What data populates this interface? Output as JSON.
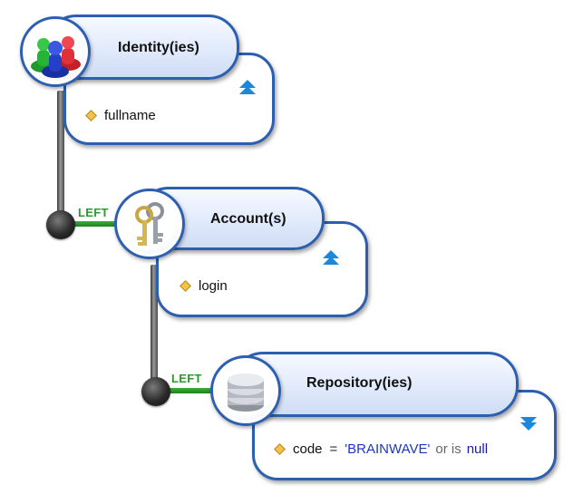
{
  "nodes": [
    {
      "title": "Identity(ies)",
      "icon": "people-icon",
      "toggle": "collapse-up",
      "attributes": [
        {
          "name": "fullname"
        }
      ]
    },
    {
      "title": "Account(s)",
      "icon": "keys-icon",
      "toggle": "collapse-up",
      "attributes": [
        {
          "name": "login"
        }
      ]
    },
    {
      "title": "Repository(ies)",
      "icon": "database-icon",
      "toggle": "expand-down",
      "attributes": [
        {
          "name": "code",
          "operator": "=",
          "value": "'BRAINWAVE'",
          "connector": "or is",
          "value2": "null"
        }
      ]
    }
  ],
  "joins": [
    {
      "type": "LEFT"
    },
    {
      "type": "LEFT"
    }
  ],
  "colors": {
    "card_border": "#2d5fb0",
    "join_label": "#2e9a2e",
    "toggle_arrow": "#1e88d8",
    "attr_value": "#1a35c8"
  }
}
